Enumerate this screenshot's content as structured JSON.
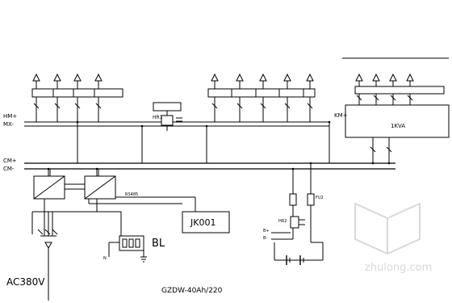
{
  "bus": {
    "hm_plus": "HM+",
    "mx_minus": "MX-",
    "cm_plus": "CM+",
    "cm_minus": "CM-",
    "km_plus": "KM+"
  },
  "supply": {
    "ac_input": "AC380V",
    "model": "GZDW-40Ah/220"
  },
  "modules": {
    "jk": "JK001",
    "bl": "BL",
    "inverter": "1KVA",
    "hr1": "HR1",
    "hr2": "HR2"
  },
  "comm": {
    "rs485": "RS485",
    "fu2": "FU2",
    "n_label": "N",
    "b_plus": "B+",
    "b_minus": "B-"
  },
  "watermark": {
    "site": "zhulong.com"
  }
}
